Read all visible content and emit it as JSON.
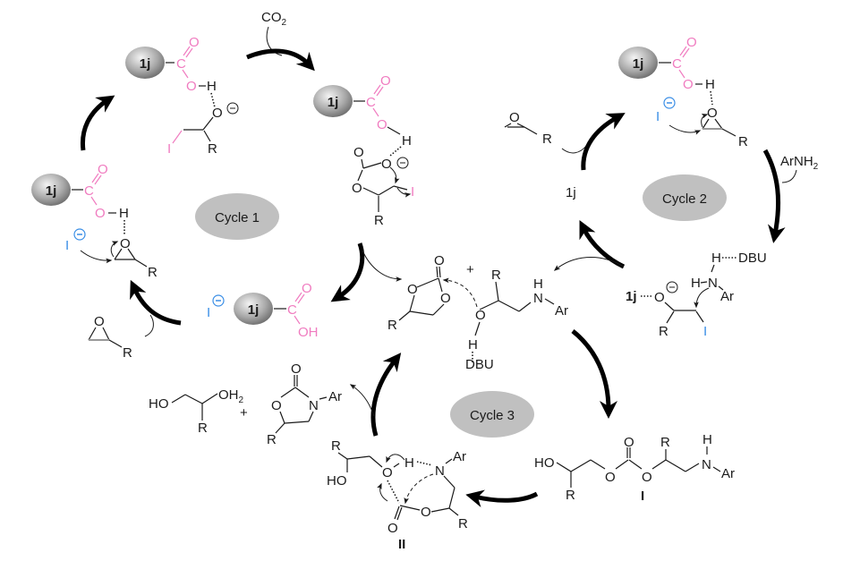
{
  "diagram": {
    "type": "catalytic-cycle-scheme",
    "cycles": [
      {
        "id": "cycle1",
        "label": "Cycle 1"
      },
      {
        "id": "cycle2",
        "label": "Cycle 2"
      },
      {
        "id": "cycle3",
        "label": "Cycle 3"
      }
    ],
    "catalyst_label": "1j",
    "reagents": {
      "co2": "CO",
      "co2_sub": "2",
      "arnh2": "ArNH",
      "arnh2_sub": "2",
      "catalyst_free": "1j"
    },
    "atoms": {
      "O": "O",
      "C": "C",
      "H": "H",
      "OH": "OH",
      "I": "I",
      "R": "R",
      "N": "N",
      "Ar": "Ar",
      "HO": "HO",
      "DBU": "DBU",
      "OH2": "OH",
      "OH2_sub": "2",
      "plus": "+",
      "minus": "−",
      "H_DBU": "H",
      "DBU_suffix": "DBU"
    },
    "intermediates": {
      "I": "I",
      "II": "II"
    },
    "colors": {
      "acid_group": "#f07cc0",
      "iodide": "#3a8ee6",
      "cycle_ellipse": "#c0c0c0",
      "catalyst_sphere": "#9a9a9a"
    }
  }
}
